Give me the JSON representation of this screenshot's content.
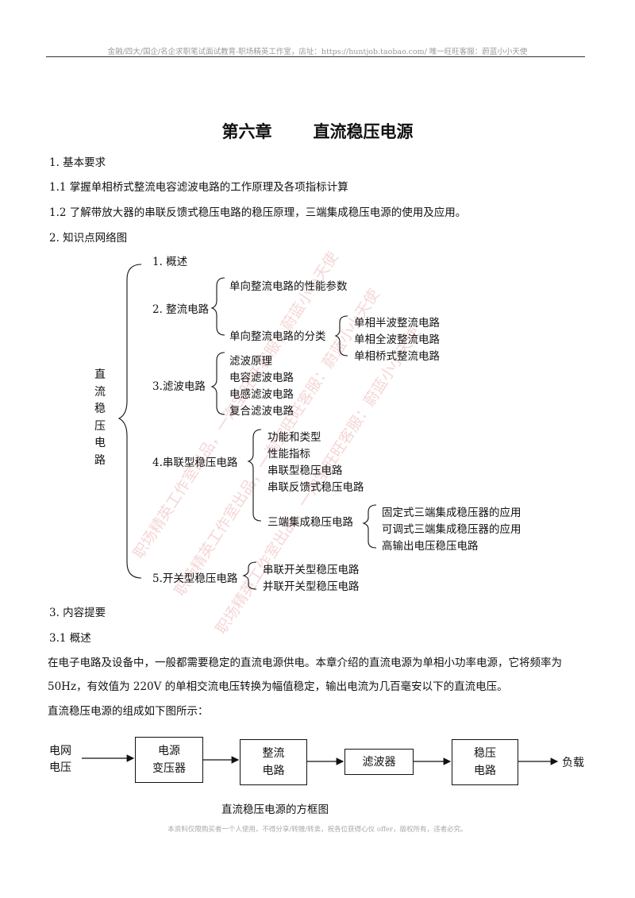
{
  "header": {
    "text": "金融/四大/国企/名企求职笔试面试教育-职场精英工作室，店址：https://huntjob.taobao.com/  唯一旺旺客服：蔚蓝小小天使"
  },
  "title": {
    "chapter": "第六章",
    "name": "直流稳压电源"
  },
  "sections": {
    "s1": "1. 基本要求",
    "s1_1": "1.1 掌握单相桥式整流电容滤波电路的工作原理及各项指标计算",
    "s1_2": "1.2 了解带放大器的串联反馈式稳压电路的稳压原理，三端集成稳压电源的使用及应用。",
    "s2": "2. 知识点网络图",
    "s3": "3. 内容提要",
    "s3_1": "3.1 概述"
  },
  "mindmap": {
    "root": "直流稳压电路",
    "n1": "1. 概述",
    "n2": "2. 整流电路",
    "n2_children": [
      "单向整流电路的性能参数",
      "单向整流电路的分类"
    ],
    "n2_sub": [
      "单相半波整流电路",
      "单相全波整流电路",
      "单相桥式整流电路"
    ],
    "n3": "3.滤波电路",
    "n3_children": [
      "滤波原理",
      "电容滤波电路",
      "电感滤波电路",
      "复合滤波电路"
    ],
    "n4": "4.串联型稳压电路",
    "n4_children": [
      "功能和类型",
      "性能指标",
      "串联型稳压电路",
      "串联反馈式稳压电路",
      "三端集成稳压电路"
    ],
    "n4_sub": [
      "固定式三端集成稳压器的应用",
      "可调式三端集成稳压器的应用",
      "高输出电压稳压电路"
    ],
    "n5": "5.开关型稳压电路",
    "n5_children": [
      "串联开关型稳压电路",
      "并联开关型稳压电路"
    ]
  },
  "body": {
    "p1": "在电子电路及设备中，一般都需要稳定的直流电源供电。本章介绍的直流电源为单相小功率电源，它将频率为",
    "p2": "50Hz，有效值为 220V 的单相交流电压转换为幅值稳定，输出电流为几百毫安以下的直流电压。",
    "p3": "直流稳压电源的组成如下图所示："
  },
  "block_diagram": {
    "input_line1": "电网",
    "input_line2": "电压",
    "blocks": [
      {
        "line1": "电源",
        "line2": "变压器"
      },
      {
        "line1": "整流",
        "line2": "电路"
      },
      {
        "line1": "滤波器",
        "line2": ""
      },
      {
        "line1": "稳压",
        "line2": "电路"
      }
    ],
    "output": "负载",
    "caption": "直流稳压电源的方框图"
  },
  "watermark": {
    "text": "职场精英工作室出品，一淘宝旺旺客服：蔚蓝小小天使"
  },
  "footer": {
    "text": "本资料仅限购买者一个人使用，不得分享/转赠/转卖，祝各位获得心仪 offer，版权所有，违者必究。"
  }
}
